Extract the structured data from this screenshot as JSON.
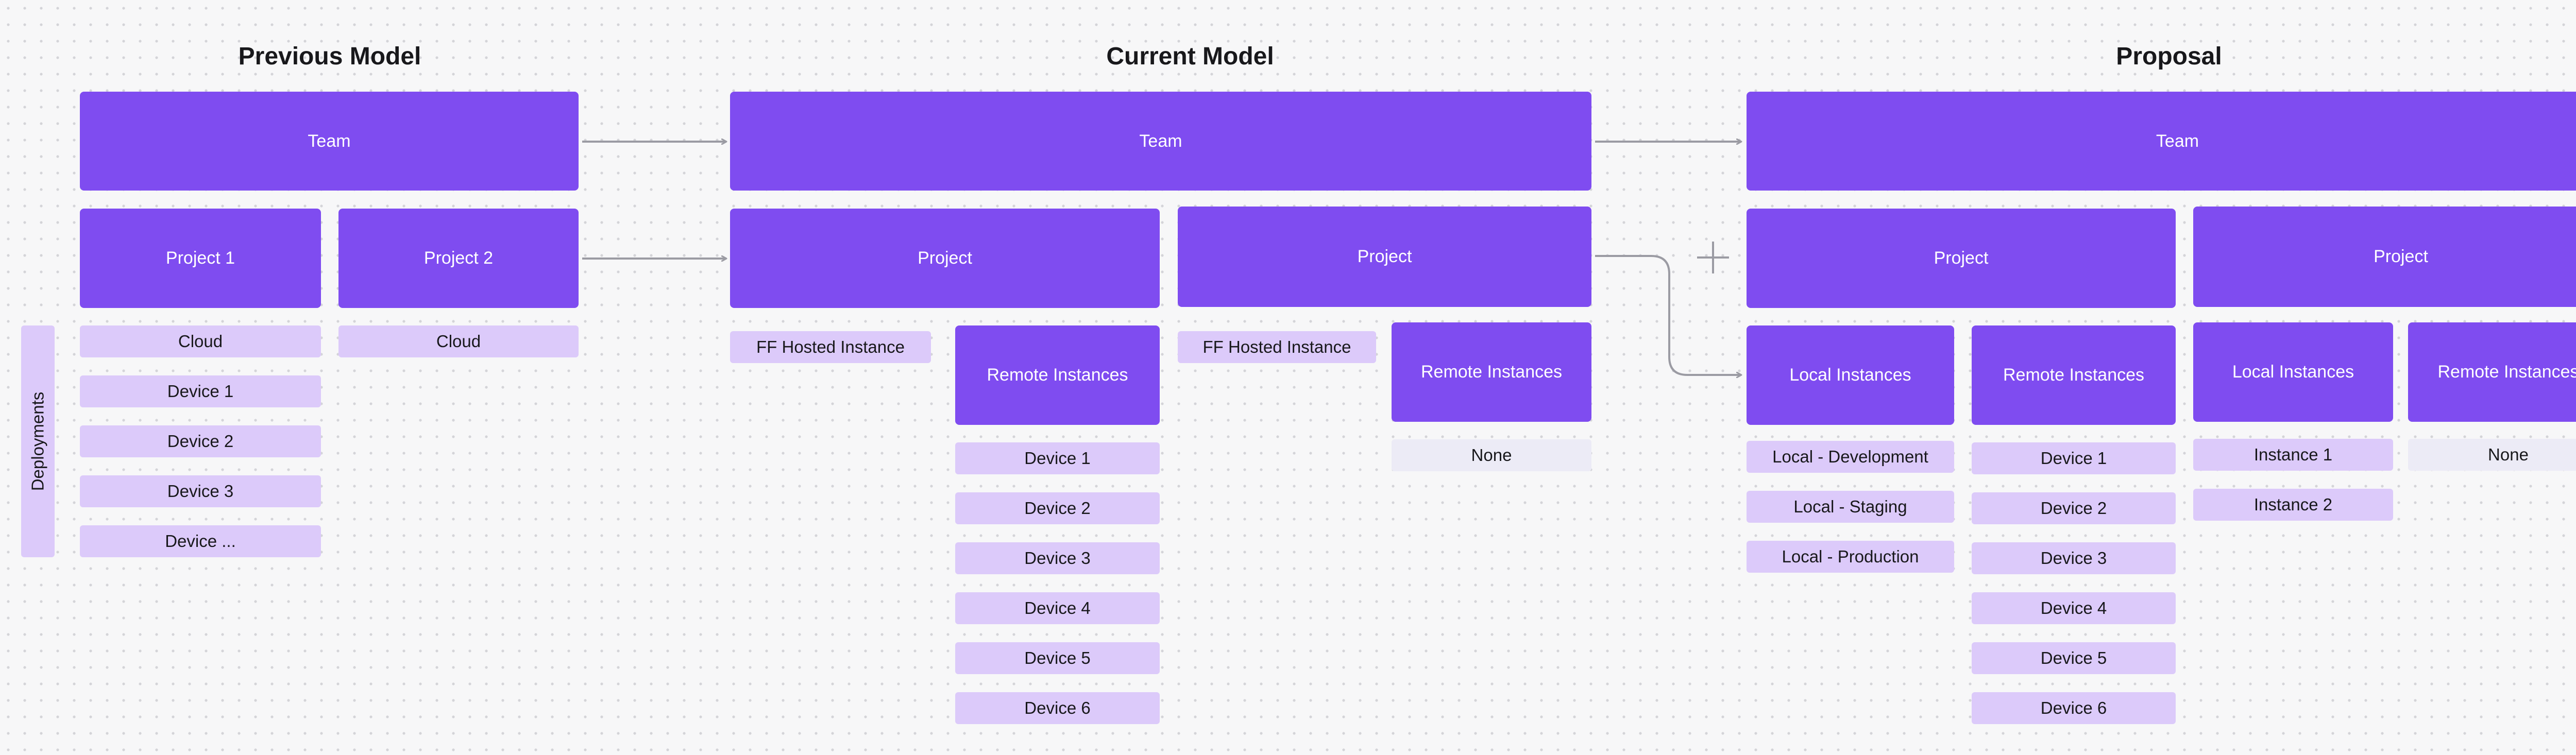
{
  "headings": {
    "previous": "Previous Model",
    "current": "Current Model",
    "proposal": "Proposal"
  },
  "previous": {
    "team": "Team",
    "project1": "Project 1",
    "project2": "Project 2",
    "deployments_label": "Deployments",
    "project1_items": [
      "Cloud",
      "Device 1",
      "Device 2",
      "Device 3",
      "Device ..."
    ],
    "project2_items": [
      "Cloud"
    ]
  },
  "current": {
    "team": "Team",
    "project_a": "Project",
    "project_b": "Project",
    "ff_hosted_a": "FF Hosted Instance",
    "ff_hosted_b": "FF Hosted Instance",
    "remote_a": "Remote Instances",
    "remote_b": "Remote Instances",
    "remote_a_items": [
      "Device 1",
      "Device 2",
      "Device 3",
      "Device 4",
      "Device 5",
      "Device 6"
    ],
    "remote_b_items": [
      "None"
    ]
  },
  "proposal": {
    "team": "Team",
    "project_a": "Project",
    "project_b": "Project",
    "local_a": "Local Instances",
    "remote_a": "Remote Instances",
    "local_b": "Local Instances",
    "remote_b": "Remote Instances",
    "local_a_items": [
      "Local - Development",
      "Local - Staging",
      "Local - Production"
    ],
    "remote_a_items": [
      "Device 1",
      "Device 2",
      "Device 3",
      "Device 4",
      "Device 5",
      "Device 6"
    ],
    "local_b_items": [
      "Instance 1",
      "Instance 2"
    ],
    "remote_b_items": [
      "None"
    ]
  },
  "colors": {
    "box": "#7f4cf0",
    "chip": "#dccafa",
    "chip_none": "#ecebf6",
    "connector": "#9b9ba3"
  },
  "icons": {
    "plus": "plus-icon"
  }
}
